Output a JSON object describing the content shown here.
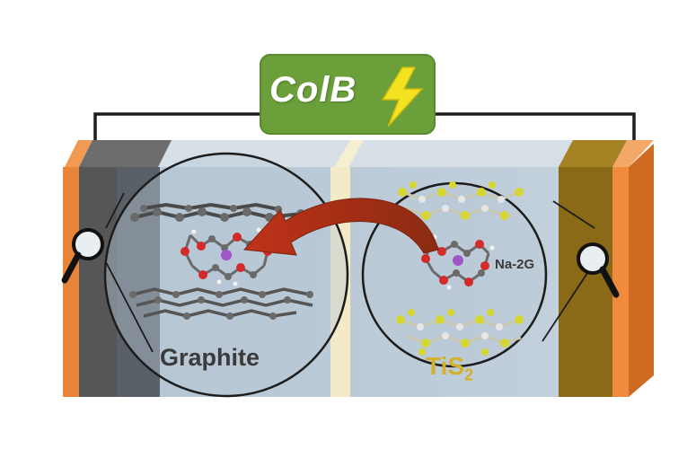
{
  "diagram": {
    "title": "ColB",
    "anode_label": "Graphite",
    "cathode_label_main": "TiS",
    "cathode_label_sub": "2",
    "ion_label": "Na-2G"
  },
  "colors": {
    "badge_green": "#6a9f3a",
    "bolt_yellow": "#f2e21f",
    "current_collector_orange": "#e8843a",
    "anode_grey": "#555555",
    "cathode_gold": "#8a6a16",
    "electrolyte_blue": "#b9c8d6",
    "separator": "#f4ecc8",
    "arrow_red": "#c2401a",
    "sulfur_yellow": "#d6d630",
    "sodium_purple": "#a056c8",
    "oxygen_red": "#d42a2a"
  },
  "icons": [
    "lightning-bolt-icon",
    "magnifier-icon",
    "curved-arrow-icon"
  ]
}
